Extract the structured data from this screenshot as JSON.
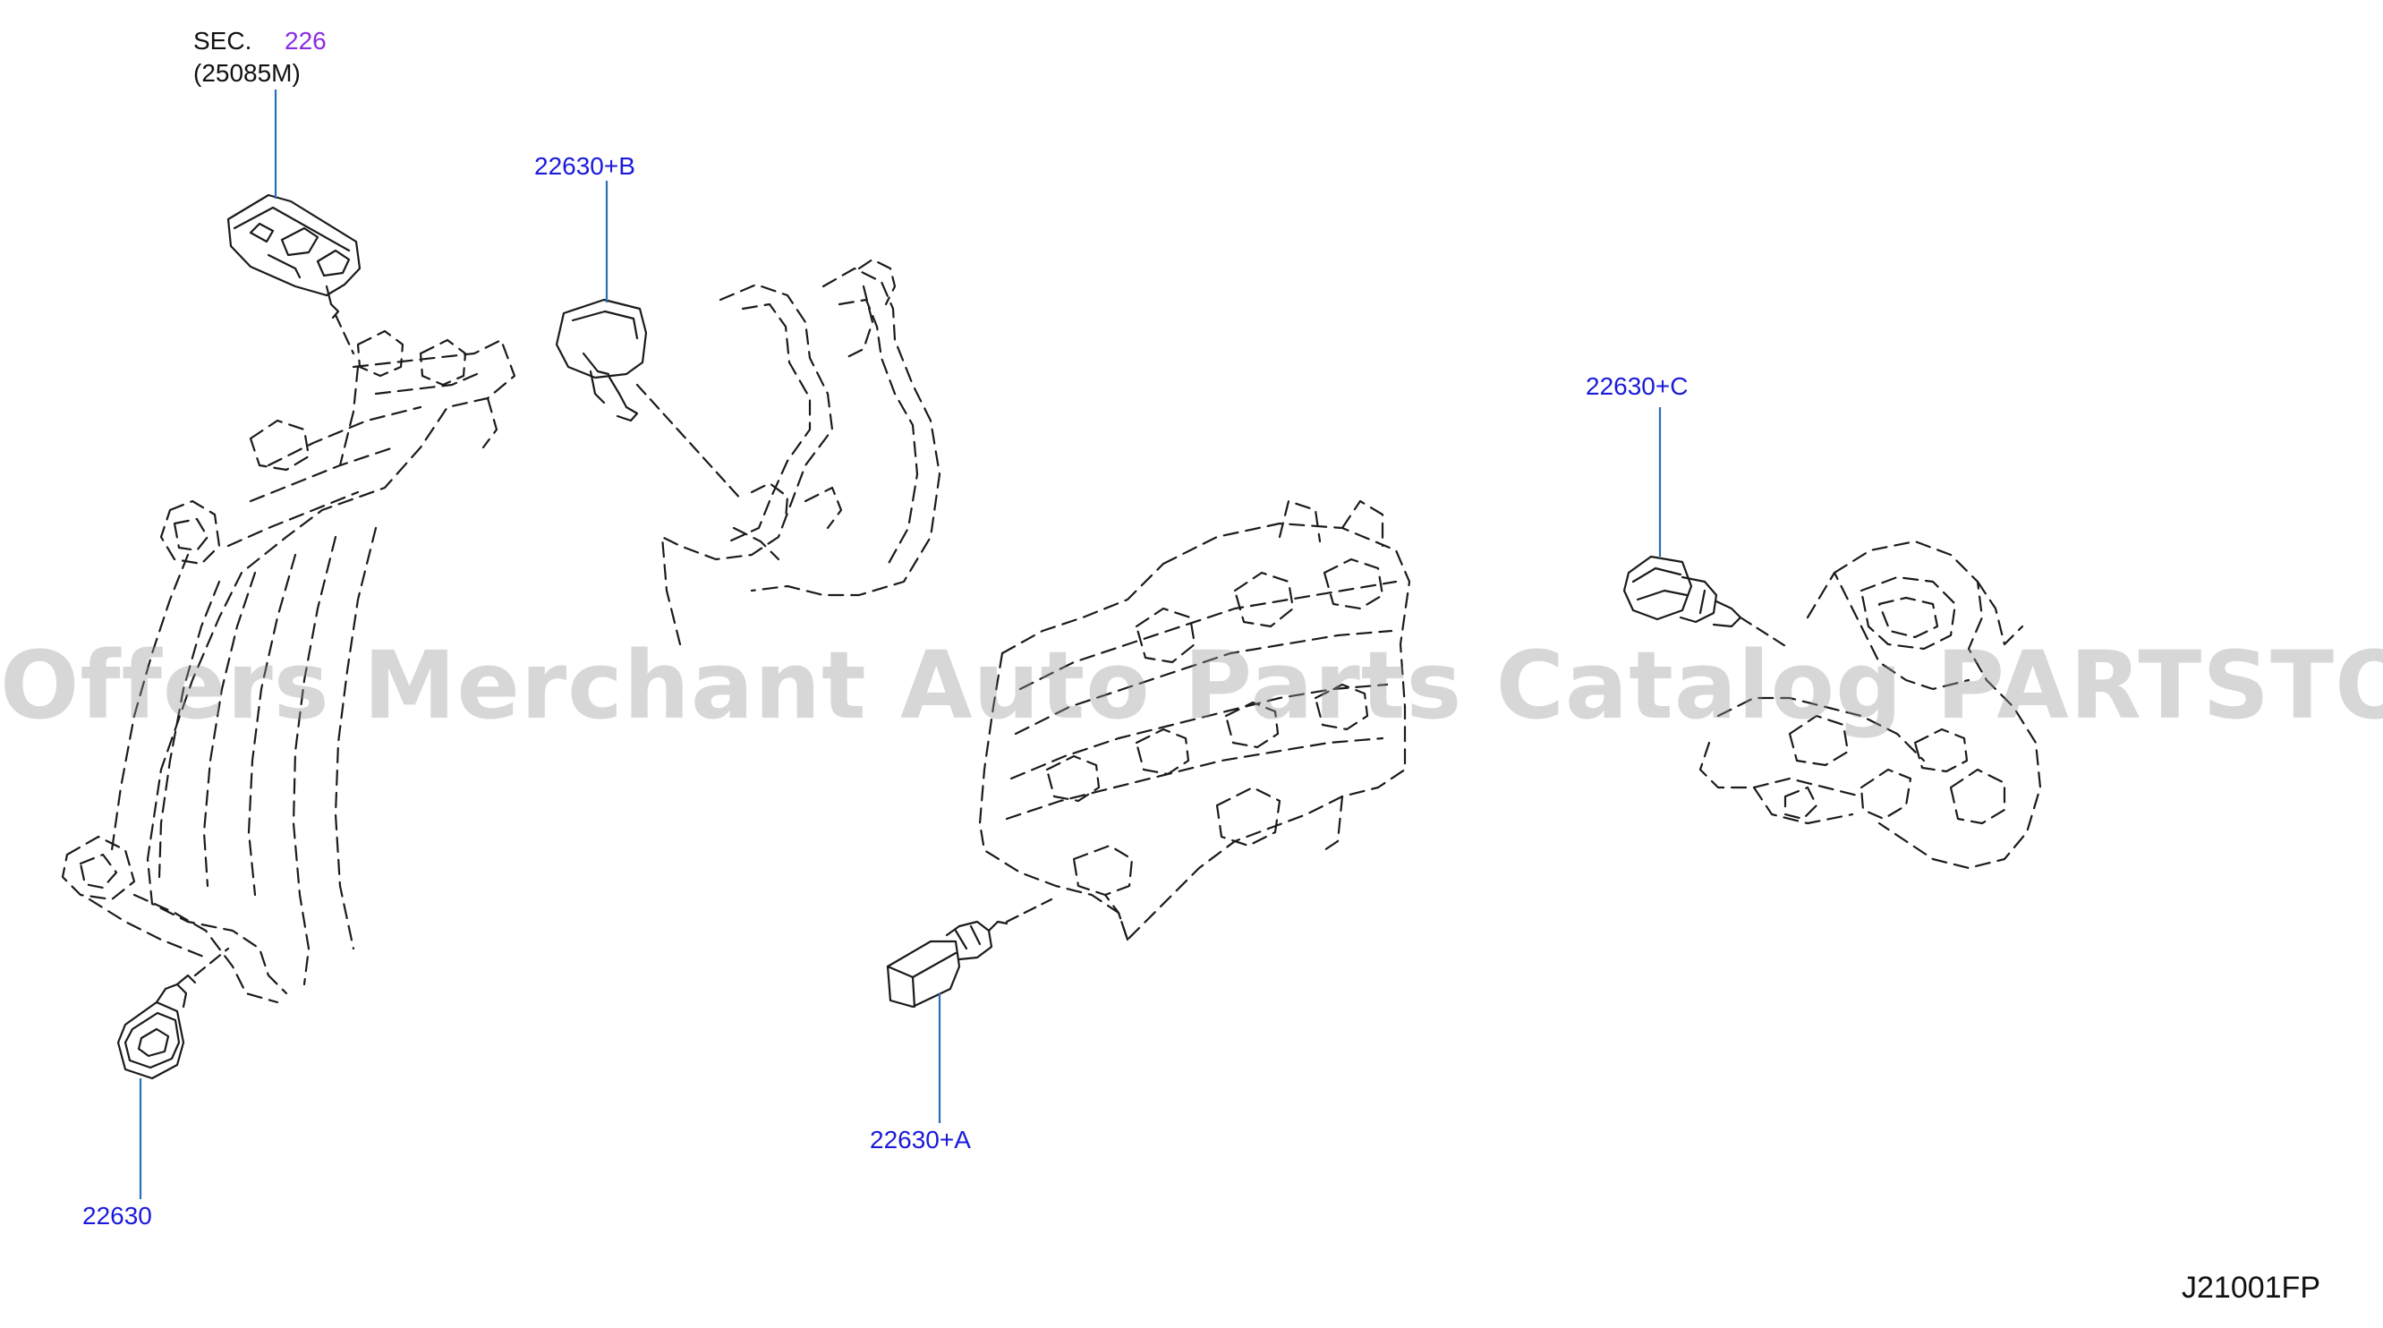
{
  "section": {
    "prefix": "SEC.",
    "number": "226",
    "subref": "(25085M)"
  },
  "callouts": {
    "part_main": "22630",
    "part_a": "22630+A",
    "part_b": "22630+B",
    "part_c": "22630+C"
  },
  "watermark": "Offers Merchant Auto Parts Catalog PARTSTORE.SA",
  "diagram_code": "J21001FP",
  "colors": {
    "callout_text": "#1a1adb",
    "section_link": "#8a2be2",
    "leader_line": "#2a6fb5",
    "drawing_line": "#1a1a1a",
    "watermark": "#969696"
  }
}
